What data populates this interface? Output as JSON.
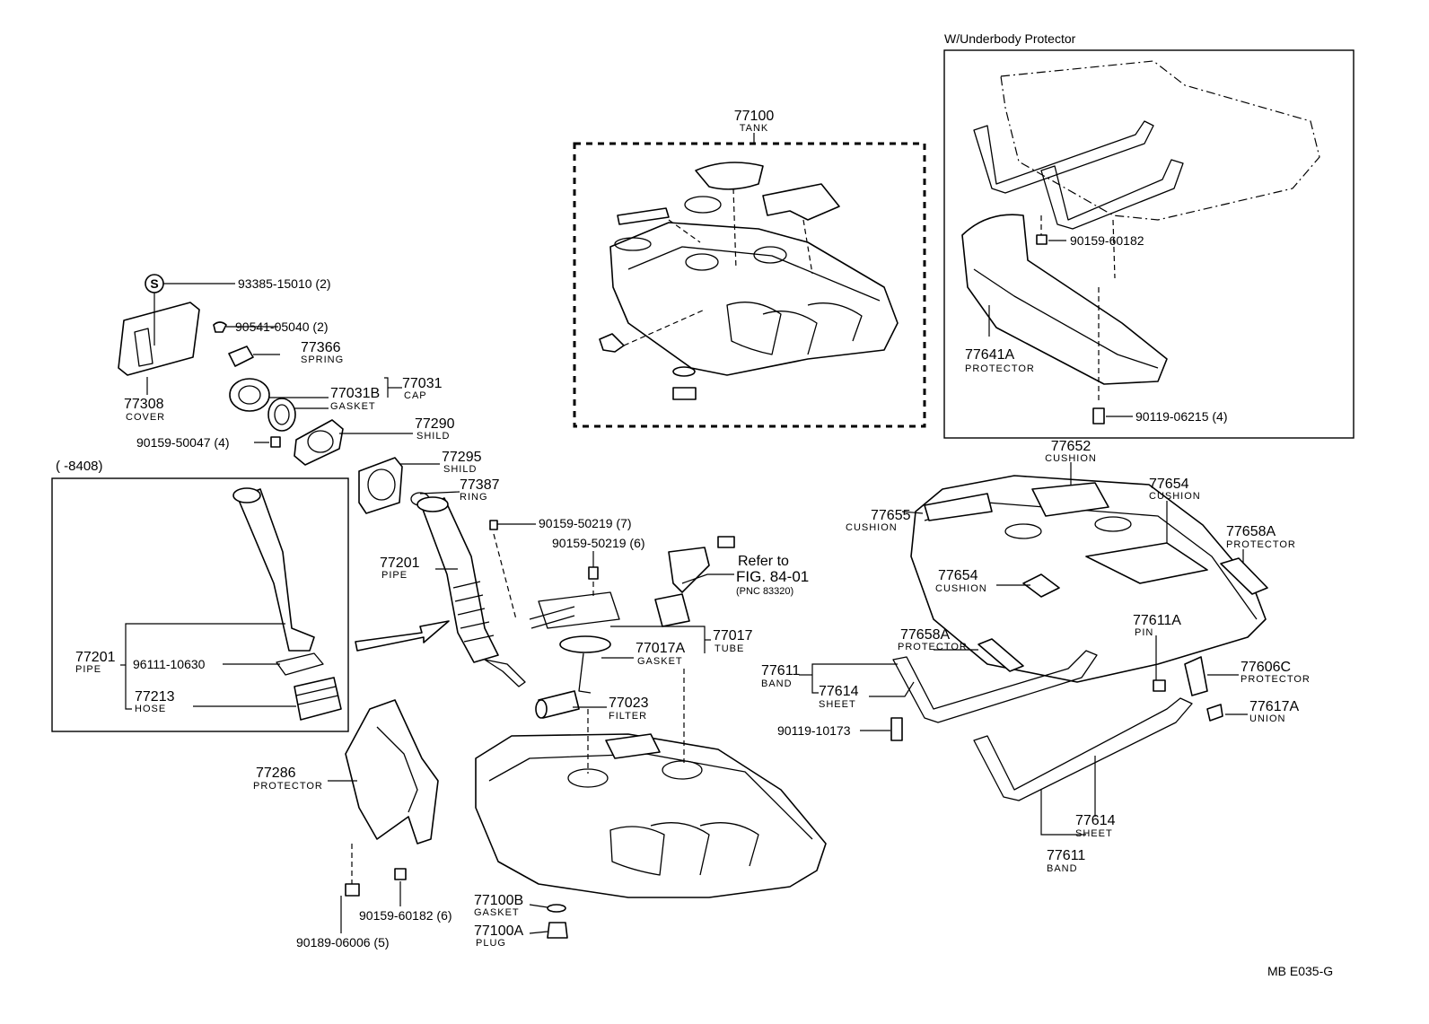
{
  "header": {
    "variant_title": "W/Underbody Protector",
    "year_range": "(      -8408)",
    "figure_code": "MB  E035-G"
  },
  "callouts": [
    {
      "id": "c1",
      "number": "93385-15010 (2)",
      "name": ""
    },
    {
      "id": "c2",
      "number": "90541-05040 (2)",
      "name": ""
    },
    {
      "id": "c3",
      "number": "77366",
      "name": "SPRING"
    },
    {
      "id": "c4",
      "number": "77031",
      "name": "CAP"
    },
    {
      "id": "c5",
      "number": "77031B",
      "name": "GASKET"
    },
    {
      "id": "c6",
      "number": "77308",
      "name": "COVER"
    },
    {
      "id": "c7",
      "number": "77290",
      "name": "SHILD"
    },
    {
      "id": "c8",
      "number": "90159-50047 (4)",
      "name": ""
    },
    {
      "id": "c9",
      "number": "77295",
      "name": "SHILD"
    },
    {
      "id": "c10",
      "number": "77387",
      "name": "RING"
    },
    {
      "id": "c11",
      "number": "90159-50219 (7)",
      "name": ""
    },
    {
      "id": "c12",
      "number": "90159-50219 (6)",
      "name": ""
    },
    {
      "id": "c13",
      "number": "77201",
      "name": "PIPE"
    },
    {
      "id": "c14",
      "number": "77201",
      "name": "PIPE"
    },
    {
      "id": "c15",
      "number": "96111-10630",
      "name": ""
    },
    {
      "id": "c16",
      "number": "77213",
      "name": "HOSE"
    },
    {
      "id": "c17",
      "number": "77017",
      "name": "TUBE"
    },
    {
      "id": "c18",
      "number": "77017A",
      "name": "GASKET"
    },
    {
      "id": "c19",
      "number": "77023",
      "name": "FILTER"
    },
    {
      "id": "c20",
      "number": "77286",
      "name": "PROTECTOR"
    },
    {
      "id": "c21",
      "number": "90159-60182 (6)",
      "name": ""
    },
    {
      "id": "c22",
      "number": "90189-06006 (5)",
      "name": ""
    },
    {
      "id": "c23",
      "number": "77100B",
      "name": "GASKET"
    },
    {
      "id": "c24",
      "number": "77100A",
      "name": "PLUG"
    },
    {
      "id": "c25",
      "number": "77100",
      "name": "TANK"
    },
    {
      "id": "c26",
      "number": "90159-60182",
      "name": ""
    },
    {
      "id": "c27",
      "number": "77641A",
      "name": "PROTECTOR"
    },
    {
      "id": "c28",
      "number": "90119-06215 (4)",
      "name": ""
    },
    {
      "id": "c29",
      "number": "77652",
      "name": "CUSHION"
    },
    {
      "id": "c30",
      "number": "77654",
      "name": "CUSHION"
    },
    {
      "id": "c31",
      "number": "77655",
      "name": "CUSHION"
    },
    {
      "id": "c32",
      "number": "77658A",
      "name": "PROTECTOR"
    },
    {
      "id": "c33",
      "number": "77654",
      "name": "CUSHION"
    },
    {
      "id": "c34",
      "number": "77611A",
      "name": "PIN"
    },
    {
      "id": "c35",
      "number": "77658A",
      "name": "PROTECTOR"
    },
    {
      "id": "c36",
      "number": "77611",
      "name": "BAND"
    },
    {
      "id": "c37",
      "number": "77614",
      "name": "SHEET"
    },
    {
      "id": "c38",
      "number": "77606C",
      "name": "PROTECTOR"
    },
    {
      "id": "c39",
      "number": "77617A",
      "name": "UNION"
    },
    {
      "id": "c40",
      "number": "90119-10173",
      "name": ""
    },
    {
      "id": "c41",
      "number": "77614",
      "name": "SHEET"
    },
    {
      "id": "c42",
      "number": "77611",
      "name": "BAND"
    }
  ],
  "reference": {
    "line1": "Refer to",
    "line2": "FIG. 84-01",
    "line3": "(PNC 83320)"
  },
  "markers": {
    "s_symbol": "S"
  }
}
